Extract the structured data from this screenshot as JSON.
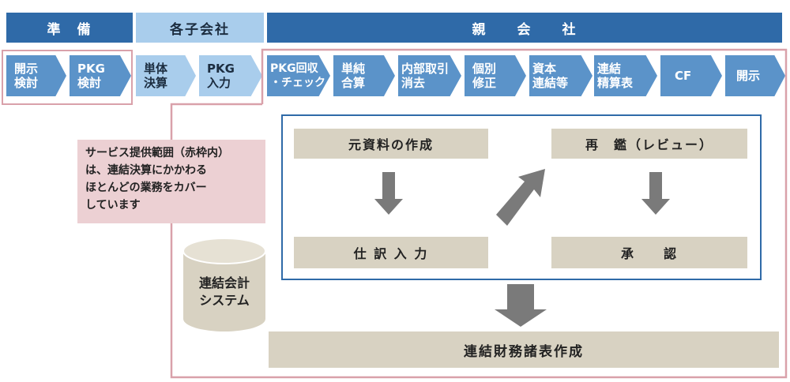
{
  "headers": {
    "preparation": "準　備",
    "subsidiaries": "各子会社",
    "parent": "親　　会　　社"
  },
  "steps": [
    {
      "line1": "開示",
      "line2": "検討"
    },
    {
      "line1": "PKG",
      "line2": "検討"
    },
    {
      "line1": "単体",
      "line2": "決算"
    },
    {
      "line1": "PKG",
      "line2": "入力"
    },
    {
      "line1": "PKG回収",
      "line2": "・チェック"
    },
    {
      "line1": "単純",
      "line2": "合算"
    },
    {
      "line1": "内部取引",
      "line2": "消去"
    },
    {
      "line1": "個別",
      "line2": "修正"
    },
    {
      "line1": "資本",
      "line2": "連結等"
    },
    {
      "line1": "連結",
      "line2": "精算表"
    },
    {
      "line1": "CF",
      "line2": ""
    },
    {
      "line1": "開示",
      "line2": ""
    }
  ],
  "note": {
    "line1": "サービス提供範囲（赤枠内）",
    "line2": "は、連結決算にかかわる",
    "line3": "ほとんどの業務をカバー",
    "line4": "しています"
  },
  "process": {
    "source_docs": "元資料の作成",
    "review": "再　鑑（レビュー）",
    "journal_entry": "仕 訳 入 力",
    "approval": "承　　認"
  },
  "system": {
    "line1": "連結会計",
    "line2": "システム"
  },
  "output": "連結財務諸表作成"
}
